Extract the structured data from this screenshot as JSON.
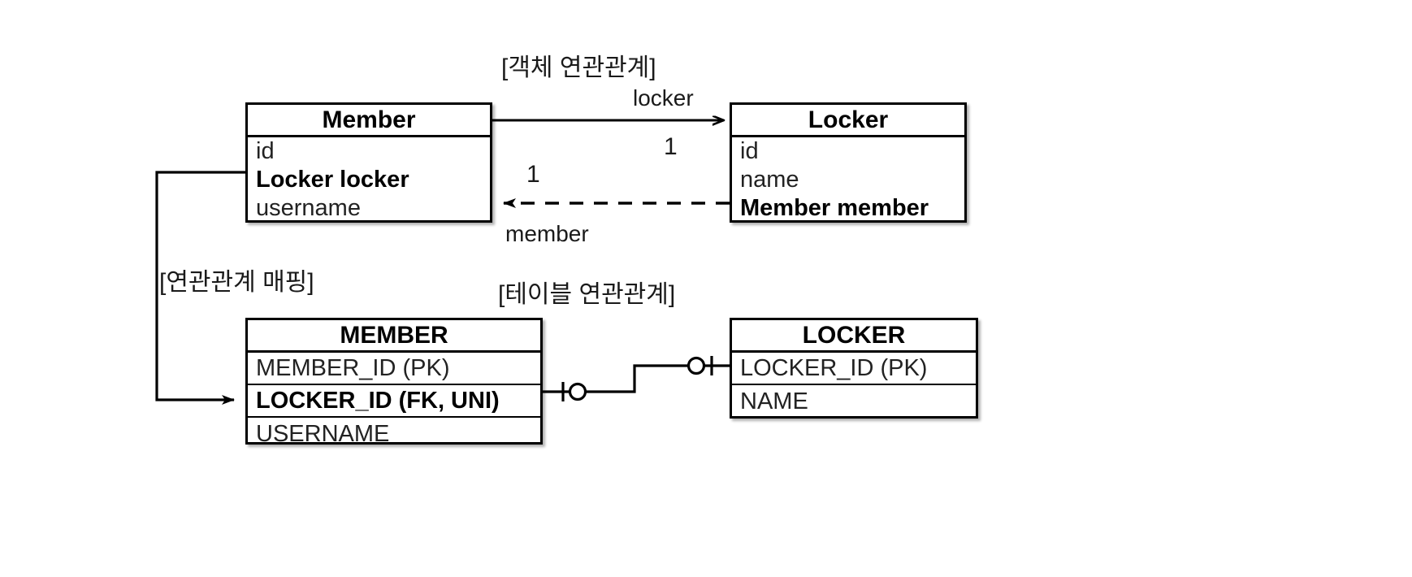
{
  "diagram": {
    "title_object_relation": "[객체 연관관계]",
    "title_table_relation": "[테이블 연관관계]",
    "title_mapping": "[연관관계 매핑]"
  },
  "object_model": {
    "member": {
      "name": "Member",
      "fields": [
        {
          "text": "id",
          "bold": false
        },
        {
          "text": "Locker locker",
          "bold": true
        },
        {
          "text": "username",
          "bold": false
        }
      ]
    },
    "locker": {
      "name": "Locker",
      "fields": [
        {
          "text": "id",
          "bold": false
        },
        {
          "text": "name",
          "bold": false
        },
        {
          "text": "Member member",
          "bold": true
        }
      ]
    },
    "edges": [
      {
        "label": "locker",
        "cardinality": "1",
        "style": "solid",
        "direction": "member-to-locker"
      },
      {
        "label": "member",
        "cardinality": "1",
        "style": "dashed",
        "direction": "locker-to-member"
      }
    ]
  },
  "table_model": {
    "member_table": {
      "name": "MEMBER",
      "columns": [
        {
          "text": "MEMBER_ID (PK)",
          "bold": false
        },
        {
          "text": "LOCKER_ID (FK, UNI)",
          "bold": true
        },
        {
          "text": "USERNAME",
          "bold": false
        }
      ]
    },
    "locker_table": {
      "name": "LOCKER",
      "columns": [
        {
          "text": "LOCKER_ID (PK)",
          "bold": false
        },
        {
          "text": "NAME",
          "bold": false
        }
      ]
    },
    "relationship": {
      "left_notation": "zero-or-one",
      "right_notation": "zero-or-one"
    }
  },
  "colors": {
    "stroke": "#000000",
    "background": "#ffffff",
    "text": "#1a1a1a"
  }
}
